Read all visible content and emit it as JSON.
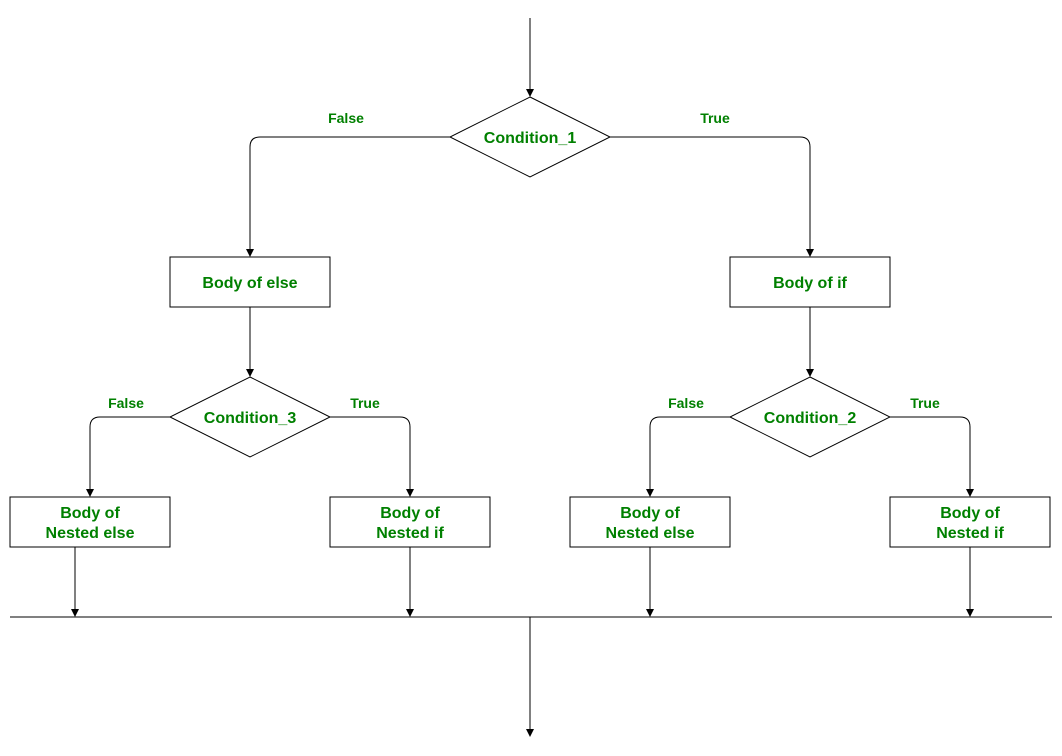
{
  "diagram": {
    "text_color": "#008000",
    "line_color": "#000000",
    "nodes": {
      "condition_1": "Condition_1",
      "body_else": "Body of else",
      "body_if": "Body of if",
      "condition_3": "Condition_3",
      "condition_2": "Condition_2",
      "nested_else_left": [
        "Body of",
        "Nested else"
      ],
      "nested_if_left": [
        "Body of",
        "Nested if"
      ],
      "nested_else_right": [
        "Body of",
        "Nested else"
      ],
      "nested_if_right": [
        "Body of",
        "Nested if"
      ]
    },
    "edge_labels": {
      "c1_false": "False",
      "c1_true": "True",
      "c3_false": "False",
      "c3_true": "True",
      "c2_false": "False",
      "c2_true": "True"
    }
  }
}
